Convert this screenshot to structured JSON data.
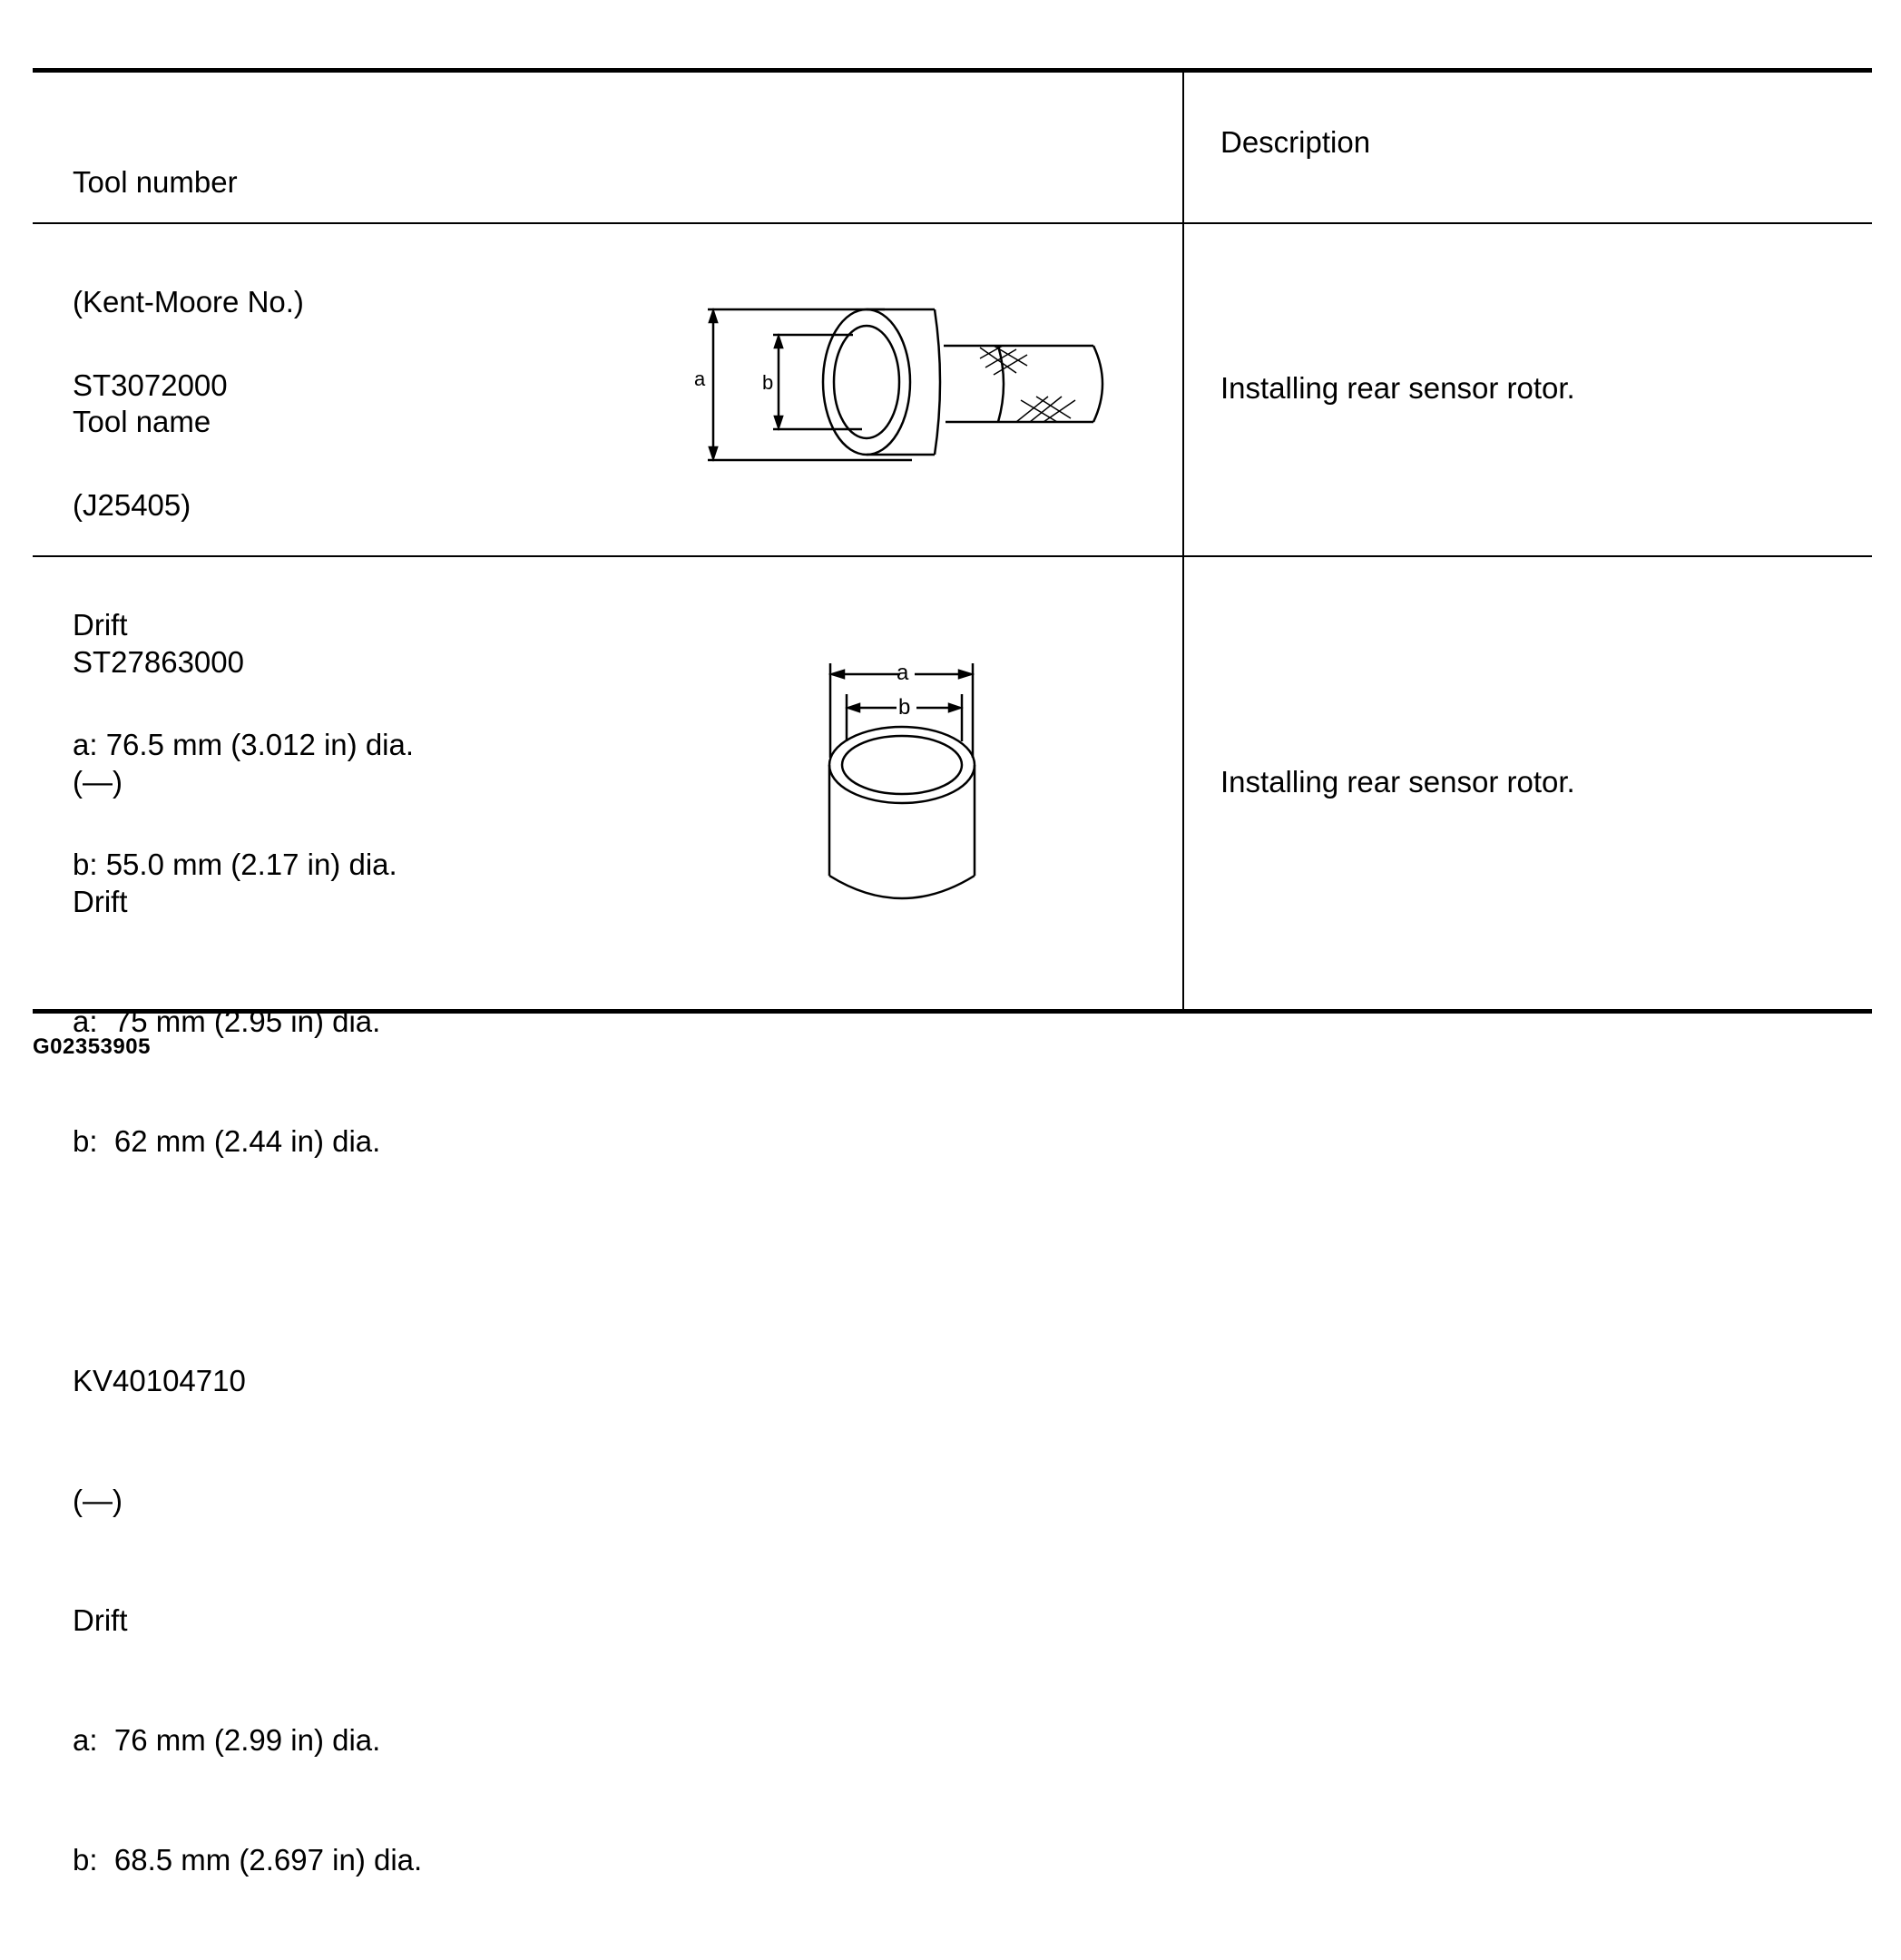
{
  "header": {
    "tool_col": [
      "Tool number",
      "(Kent-Moore No.)",
      "Tool name"
    ],
    "description_col": "Description"
  },
  "rows": [
    {
      "tool": [
        "ST3072000",
        "(J25405)",
        "Drift",
        "a: 76.5 mm (3.012 in) dia.",
        "b: 55.0 mm (2.17 in) dia."
      ],
      "figure_labels": {
        "a": "a",
        "b": "b"
      },
      "description": "Installing rear sensor rotor."
    },
    {
      "tool": [
        "ST27863000",
        "(—)",
        "Drift",
        "a:  75 mm (2.95 in) dia.",
        "b:  62 mm (2.44 in) dia."
      ],
      "tool2": [
        "KV40104710",
        "(—)",
        "Drift",
        "a:  76 mm (2.99 in) dia.",
        "b:  68.5 mm (2.697 in) dia."
      ],
      "figure_labels": {
        "a": "a",
        "b": "b"
      },
      "description": "Installing rear sensor rotor."
    }
  ],
  "footer": {
    "figure_id": "G02353905"
  }
}
